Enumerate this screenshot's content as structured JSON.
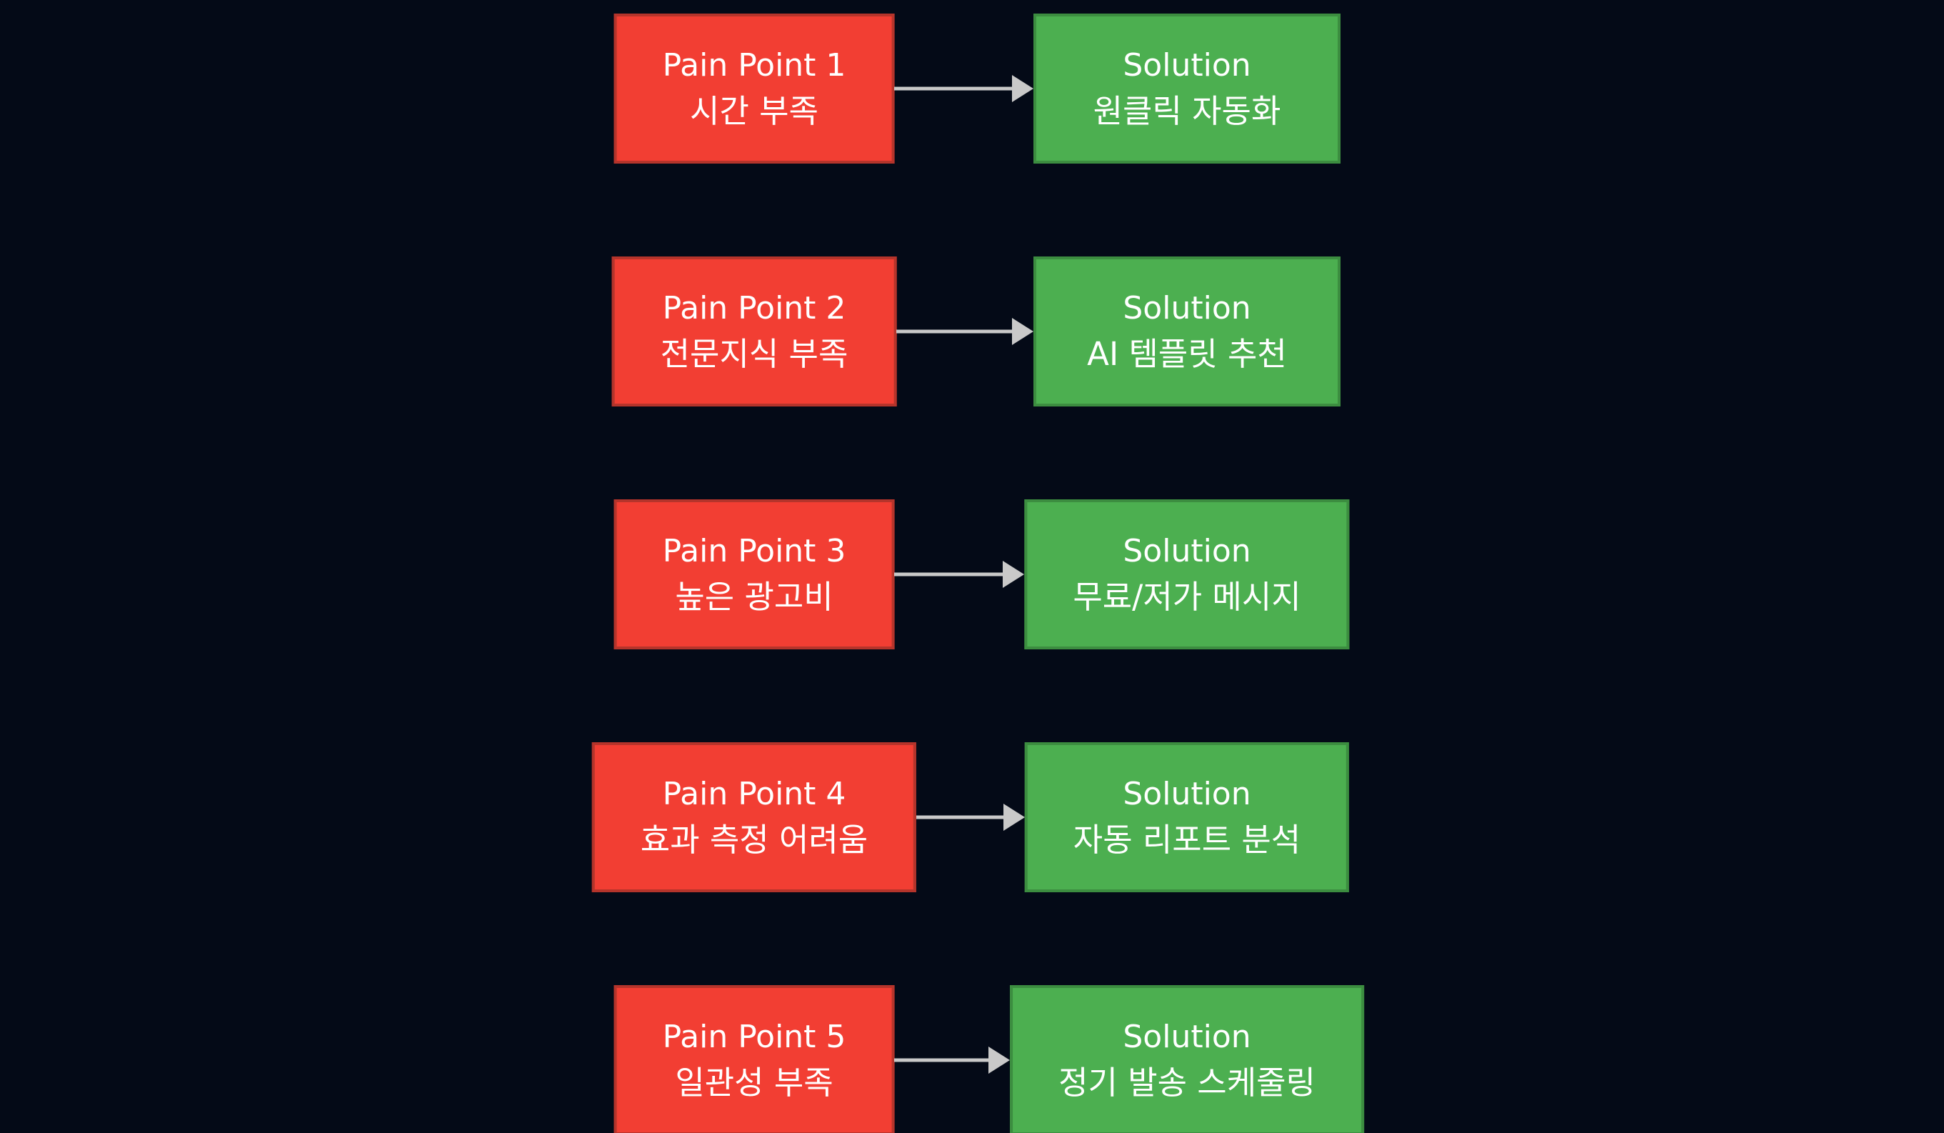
{
  "colors": {
    "bg": "#040a17",
    "pain_fill": "#f23e33",
    "pain_border": "#b5342b",
    "solution_fill": "#4caf50",
    "solution_border": "#3c8d40",
    "arrow": "#c9c9c9",
    "text": "#ffffff"
  },
  "diagram": {
    "type": "pain-point-to-solution-mapping",
    "rows": [
      {
        "pain": {
          "title": "Pain Point 1",
          "subtitle": "시간 부족"
        },
        "solution": {
          "title": "Solution",
          "subtitle": "원클릭 자동화"
        }
      },
      {
        "pain": {
          "title": "Pain Point 2",
          "subtitle": "전문지식 부족"
        },
        "solution": {
          "title": "Solution",
          "subtitle": "AI 템플릿 추천"
        }
      },
      {
        "pain": {
          "title": "Pain Point 3",
          "subtitle": "높은 광고비"
        },
        "solution": {
          "title": "Solution",
          "subtitle": "무료/저가 메시지"
        }
      },
      {
        "pain": {
          "title": "Pain Point 4",
          "subtitle": "효과 측정 어려움"
        },
        "solution": {
          "title": "Solution",
          "subtitle": "자동 리포트 분석"
        }
      },
      {
        "pain": {
          "title": "Pain Point 5",
          "subtitle": "일관성 부족"
        },
        "solution": {
          "title": "Solution",
          "subtitle": "정기 발송 스케줄링"
        }
      }
    ]
  }
}
